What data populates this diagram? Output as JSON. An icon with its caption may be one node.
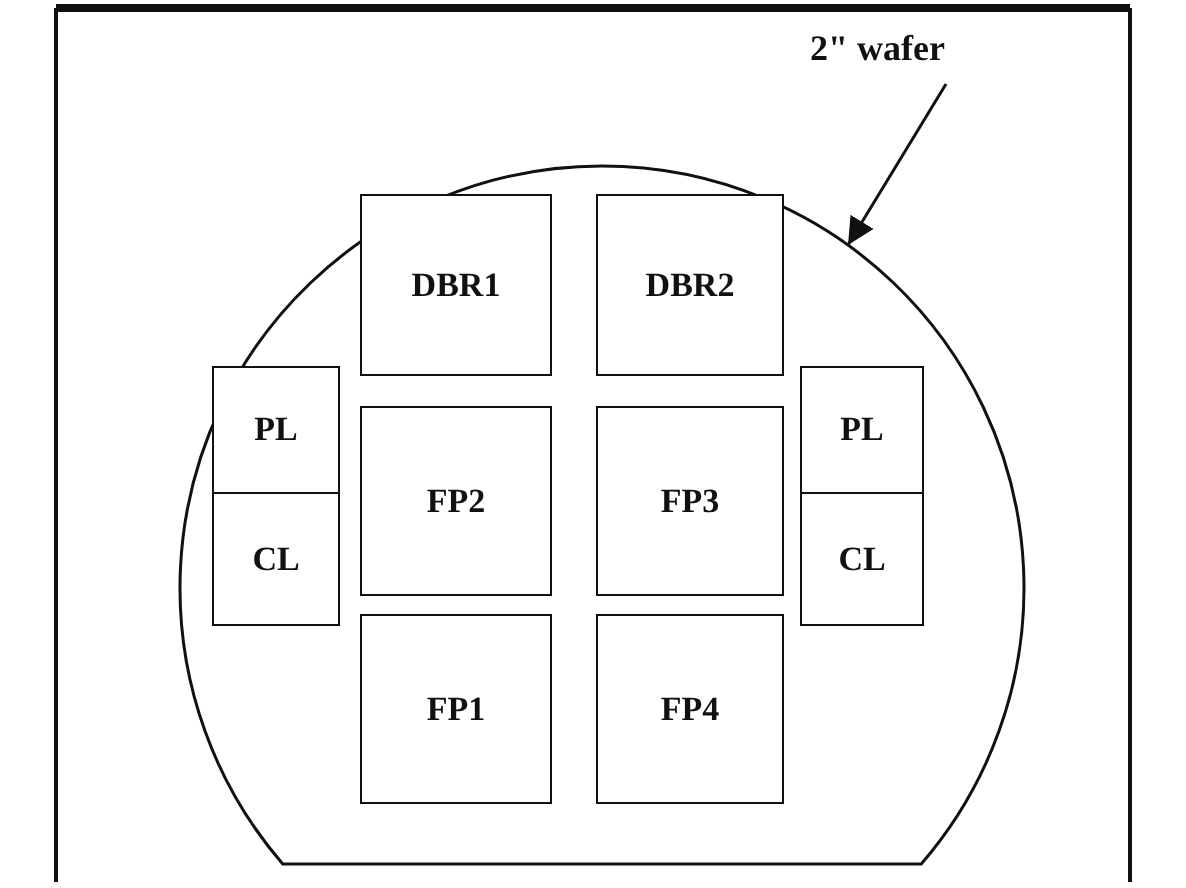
{
  "diagram": {
    "nodes": [
      {
        "text": [
          "2\" wafer"
        ]
      },
      {
        "text": [],
        "shape": "circle"
      },
      {
        "text": [
          "DBR1"
        ],
        "in": 1
      },
      {
        "text": [
          "DBR2"
        ],
        "in": 1
      },
      {
        "text": [
          "PL"
        ],
        "in": 1
      },
      {
        "text": [
          "FP2"
        ],
        "in": 1
      },
      {
        "text": [
          "FP3"
        ],
        "in": 1
      },
      {
        "text": [
          "PL"
        ],
        "in": 1
      },
      {
        "text": [
          "CL"
        ],
        "in": 1
      },
      {
        "text": [
          "CL"
        ],
        "in": 1
      },
      {
        "text": [
          "FP1"
        ],
        "in": 1
      },
      {
        "text": [
          "FP4"
        ],
        "in": 1
      }
    ],
    "edges": [
      {
        "from": 0,
        "to": 1,
        "arrow": "to"
      }
    ]
  }
}
